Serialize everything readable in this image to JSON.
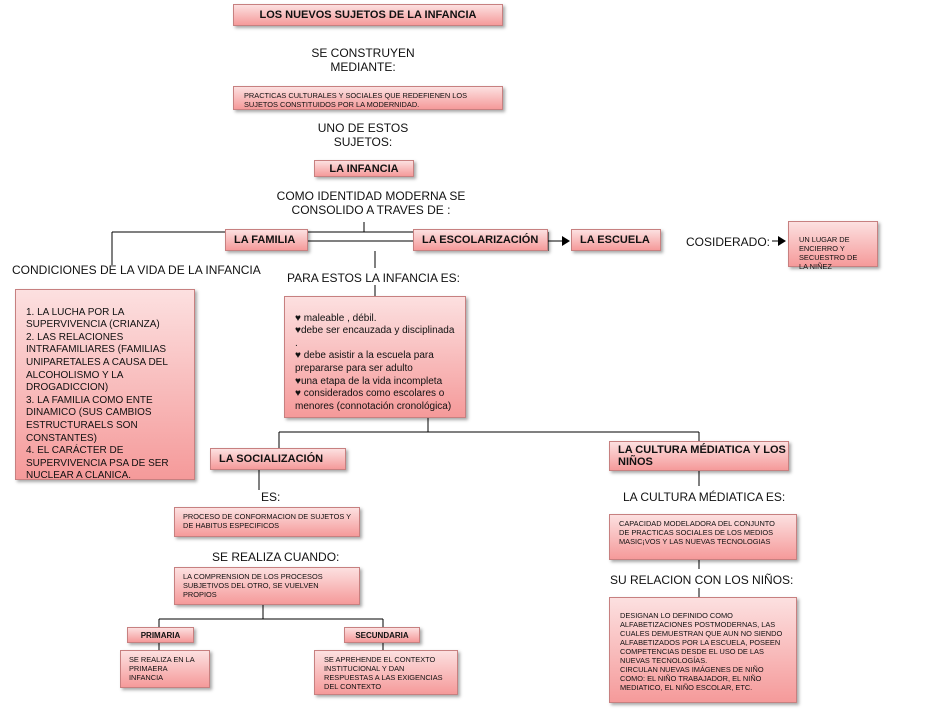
{
  "nodes": {
    "main_title": "LOS NUEVOS SUJETOS DE LA INFANCIA",
    "practicas": "PRACTICAS CULTURALES Y SOCIALES  QUE REDEFIENEN LOS SUJETOS CONSTITUIDOS POR LA MODERNIDAD.",
    "infancia": "LA INFANCIA",
    "familia": "LA FAMILIA",
    "escolarizacion": "LA ESCOLARIZACIÓN",
    "escuela": "LA ESCUELA",
    "encierro": "UN LUGAR DE\nENCIERRO Y\nSECUESTRO DE\nLA NIÑEZ",
    "condiciones_list": "1. LA LUCHA POR LA SUPERVIVENCIA  (CRIANZA)\n2. LAS RELACIONES INTRAFAMILIARES (FAMILIAS UNIPARETALES A CAUSA DEL ALCOHOLISMO Y LA DROGADICCION)\n3. LA FAMILIA COMO ENTE DINAMICO (SUS CAMBIOS ESTRUCTURAELS SON CONSTANTES)\n4. EL CARÁCTER DE SUPERVIVENCIA PSA DE SER NUCLEAR A CLANICA.",
    "infancia_es_list": "♥ maleable , débil.\n♥debe ser encauzada y disciplinada .\n♥ debe asistir a la escuela para prepararse para ser adulto\n♥una etapa de la vida incompleta\n♥ considerados como escolares o menores  (connotación cronológica)",
    "socializacion": "LA SOCIALIZACIÓN",
    "cultura_mediatica": "LA CULTURA MÉDIATICA Y LOS NIÑOS",
    "proceso": "PROCESO DE CONFORMACION DE SUJETOS Y DE HABITUS ESPECIFICOS",
    "comprension": "LA COMPRENSION DE LOS PROCESOS SUBJETIVOS DEL OTRO, SE VUELVEN PROPIOS",
    "primaria": "PRIMARIA",
    "secundaria": "SECUNDARIA",
    "primaria_desc": "SE REALIZA EN LA PRIMAERA INFANCIA",
    "secundaria_desc": "SE APREHENDE EL CONTEXTO INSTITUCIONAL Y DAN RESPUESTAS A LAS EXIGENCIAS DEL CONTEXTO",
    "capacidad": "CAPACIDAD MODELADORA DEL CONJUNTO DE PRACTICAS SOCIALES  DE LOS MEDIOS MASIC¡VOS Y LAS NUEVAS TECNOLOGIAS",
    "designan": "DESIGNAN  LO DEFINIDO COMO ALFABETIZACIONES POSTMODERNAS, LAS CUALES DEMUESTRAN QUE AUN NO SIENDO ALFABETIZADOS  POR  LA ESCUELA, POSEEN COMPETENCIAS DESDE EL USO DE LAS NUEVAS TECNOLOGÍAS.\nCIRCULAN NUEVAS IMÁGENES  DE NIÑO COMO: EL NIÑO TRABAJADOR, EL NIÑO MEDIATICO, EL NIÑO ESCOLAR, ETC."
  },
  "labels": {
    "se_construyen": "SE CONSTRUYEN\nMEDIANTE:",
    "uno_de_estos": "UNO DE ESTOS\nSUJETOS:",
    "como_identidad": "COMO IDENTIDAD MODERNA SE\nCONSOLIDO A TRAVES DE :",
    "cosiderado": "COSIDERADO:",
    "condiciones": "CONDICIONES DE LA VIDA DE LA INFANCIA",
    "para_estos": "PARA ESTOS  LA INFANCIA ES:",
    "es": "ES:",
    "se_realiza_cuando": "SE REALIZA  CUANDO:",
    "cultura_es": "LA CULTURA MÉDIATICA ES:",
    "su_relacion": "SU RELACION  CON LOS NIÑOS:"
  },
  "colors": {
    "box_light": "#fce0e0",
    "box_dark": "#f59a9a",
    "border": "#c78080",
    "line": "#000000"
  }
}
